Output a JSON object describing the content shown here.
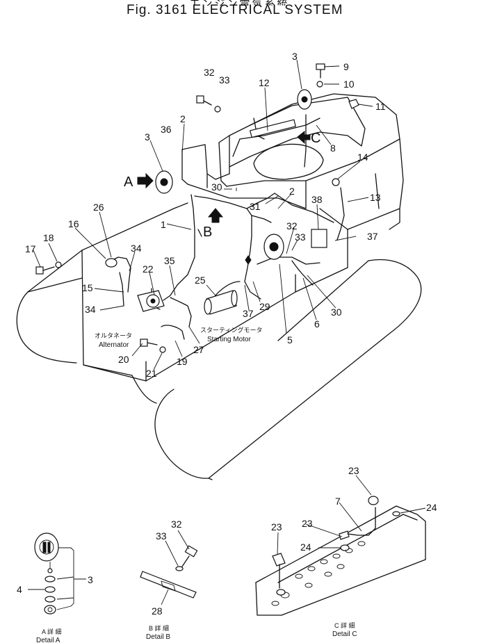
{
  "header": {
    "title_line1": "エンジン電気系統",
    "title_line2": "Fig. 3161  ELECTRICAL  SYSTEM"
  },
  "view_markers": {
    "a": "A",
    "b": "B",
    "c": "C"
  },
  "callouts": {
    "n1": "1",
    "n2a": "2",
    "n2b": "2",
    "n3a": "3",
    "n3b": "3",
    "n3c": "3",
    "n4": "4",
    "n5": "5",
    "n6": "6",
    "n7": "7",
    "n8": "8",
    "n9": "9",
    "n10": "10",
    "n11": "11",
    "n12": "12",
    "n13": "13",
    "n14": "14",
    "n15": "15",
    "n16": "16",
    "n17": "17",
    "n18": "18",
    "n19": "19",
    "n20": "20",
    "n21": "21",
    "n22": "22",
    "n23a": "23",
    "n23b": "23",
    "n23c": "23",
    "n24a": "24",
    "n24b": "24",
    "n25": "25",
    "n26": "26",
    "n27": "27",
    "n28": "28",
    "n29": "29",
    "n30a": "30",
    "n30b": "30",
    "n31": "31",
    "n32a": "32",
    "n32b": "32",
    "n32c": "32",
    "n33a": "33",
    "n33b": "33",
    "n33c": "33",
    "n34a": "34",
    "n34b": "34",
    "n35": "35",
    "n36": "36",
    "n37a": "37",
    "n37b": "37",
    "n38": "38"
  },
  "labels": {
    "alternator_jp": "オルタネータ",
    "alternator_en": "Alternator",
    "starting_motor_jp": "スターティングモータ",
    "starting_motor_en": "Starting Motor",
    "detail_a_jp": "A 詳 細",
    "detail_a_en": "Detail A",
    "detail_b_jp": "B 詳 細",
    "detail_b_en": "Detail B",
    "detail_c_jp": "C 詳 細",
    "detail_c_en": "Detail C"
  }
}
